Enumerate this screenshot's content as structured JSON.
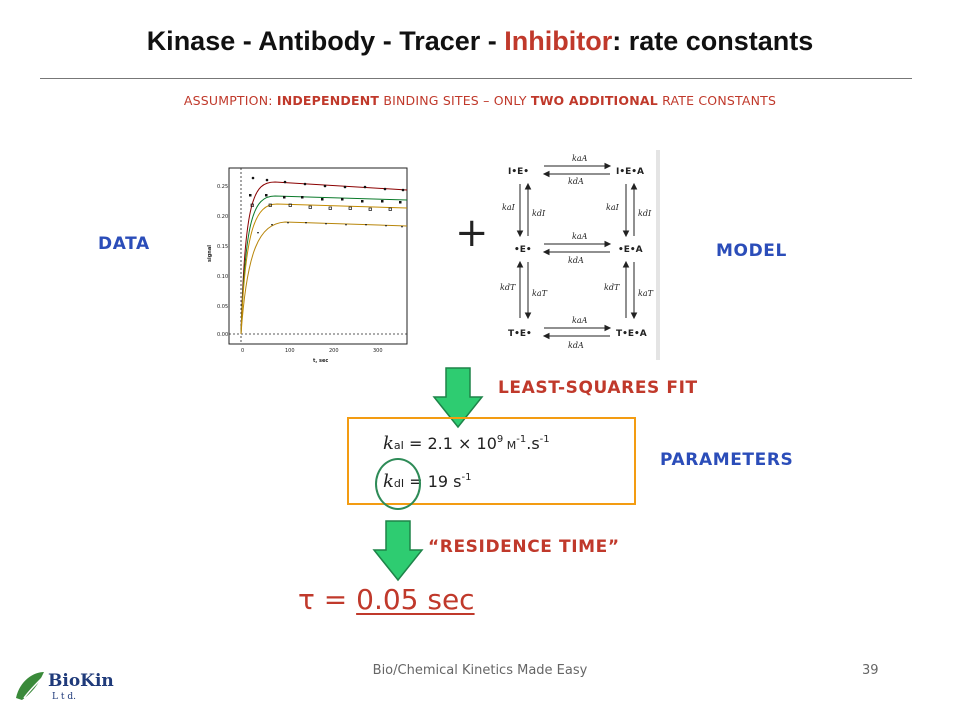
{
  "slide": {
    "title_part1": "Kinase - Antibody - Tracer - ",
    "title_part2": "Inhibitor",
    "title_part3": ": rate constants",
    "assumption": {
      "a": "ASSUMPTION: ",
      "b": "INDEPENDENT",
      "c": " BINDING SITES – ONLY ",
      "d": "TWO ADDITIONAL",
      "e": " RATE CONSTANTS"
    },
    "data_label": "DATA",
    "model_label": "MODEL",
    "plus": "+",
    "lsq_label": "LEAST-SQUARES FIT",
    "parameters_label": "PARAMETERS",
    "residence_label": "“RESIDENCE TIME”",
    "params": {
      "k1_k": "k",
      "k1_sub": "aI",
      "k1_eq": " =  2.1 × 10",
      "k1_exp": "9",
      "k1_unit_m": " M",
      "k1_unit_m_exp": "-1",
      "k1_unit_s": ".s",
      "k1_unit_s_exp": "-1",
      "k2_k": "k",
      "k2_sub": "dI",
      "k2_eq": " =  19 s",
      "k2_exp": "-1"
    },
    "tau_symbol": "τ = ",
    "tau_value": "0.05 sec",
    "footer": "Bio/Chemical Kinetics Made Easy",
    "page_number": "39",
    "logo": {
      "name": "BioKin",
      "sub": "L t d."
    }
  },
  "plot": {
    "ylabel": "signal",
    "xlabel": "t, sec",
    "x_ticks": [
      "0",
      "100",
      "200",
      "300"
    ],
    "y_ticks": [
      "0.25",
      "0.20",
      "0.15",
      "0.10",
      "0.05",
      "0.00"
    ]
  },
  "model": {
    "row1_left": "I•E•",
    "row1_right": "I•E•A",
    "row2_left": "•E•",
    "row2_right": "•E•A",
    "row3_left": "T•E•",
    "row3_right": "T•E•A",
    "k_aA": "kaA",
    "k_dA": "kdA",
    "k_aI": "kaI",
    "k_dI": "kdI",
    "k_dT": "kdT",
    "k_aT": "kaT"
  },
  "colors": {
    "accent_red": "#c0392b",
    "label_blue": "#2b4db9",
    "box_orange": "#f39c12",
    "arrow_green": "#2ecc71",
    "circle_green": "#2e8b57"
  }
}
